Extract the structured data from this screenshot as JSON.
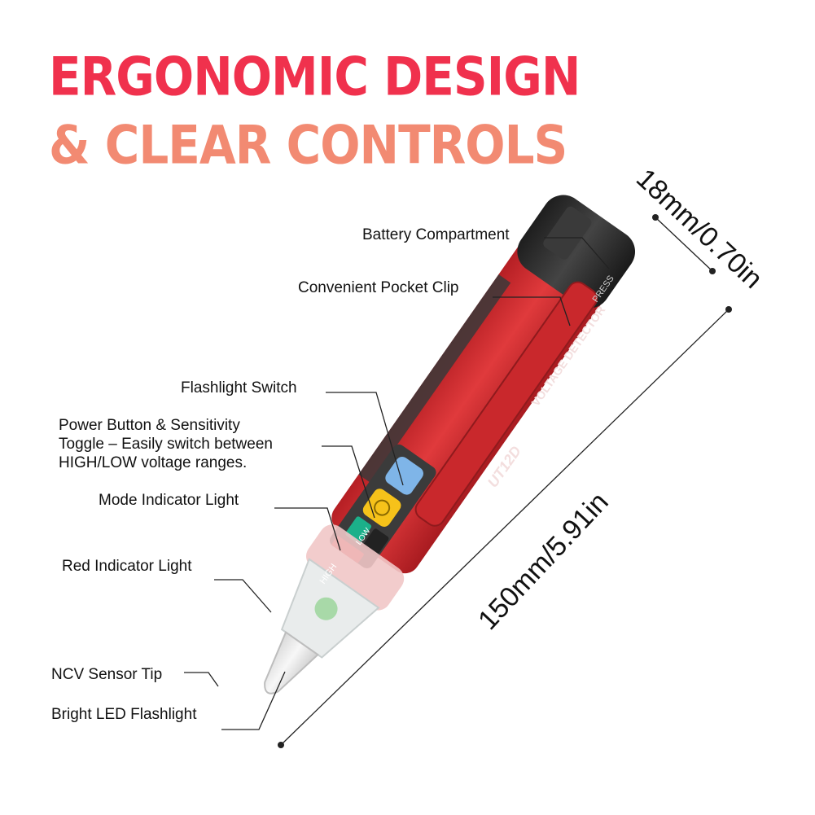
{
  "headline": {
    "line1": "ERGONOMIC DESIGN",
    "line2": "& CLEAR CONTROLS"
  },
  "colors": {
    "headline1": "#f0314d",
    "headline2": "#f28a72",
    "body_red": "#d42d30",
    "cap_black": "#2a2a2a",
    "button_blue": "#7fb5e8",
    "button_yellow": "#f6c21a",
    "low_green": "#1bb08a"
  },
  "callouts": {
    "battery": "Battery Compartment",
    "clip": "Convenient Pocket Clip",
    "flashlight_switch": "Flashlight Switch",
    "power_line1": "Power Button & Sensitivity",
    "power_line2": "Toggle – Easily switch between",
    "power_line3": "HIGH/LOW voltage ranges.",
    "mode_light": "Mode Indicator Light",
    "red_light": "Red Indicator Light",
    "ncv_tip": "NCV Sensor Tip",
    "led": "Bright LED Flashlight"
  },
  "dimensions": {
    "width": "18mm/0.70in",
    "length": "150mm/5.91in"
  },
  "device": {
    "model": "UT12D",
    "name": "VOLTAGE DETECTOR",
    "press": "PRESS",
    "high": "HIGH",
    "low": "LOW"
  },
  "icons": {
    "flashlight_switch": "flashlight-icon",
    "power_button": "power-icon"
  }
}
